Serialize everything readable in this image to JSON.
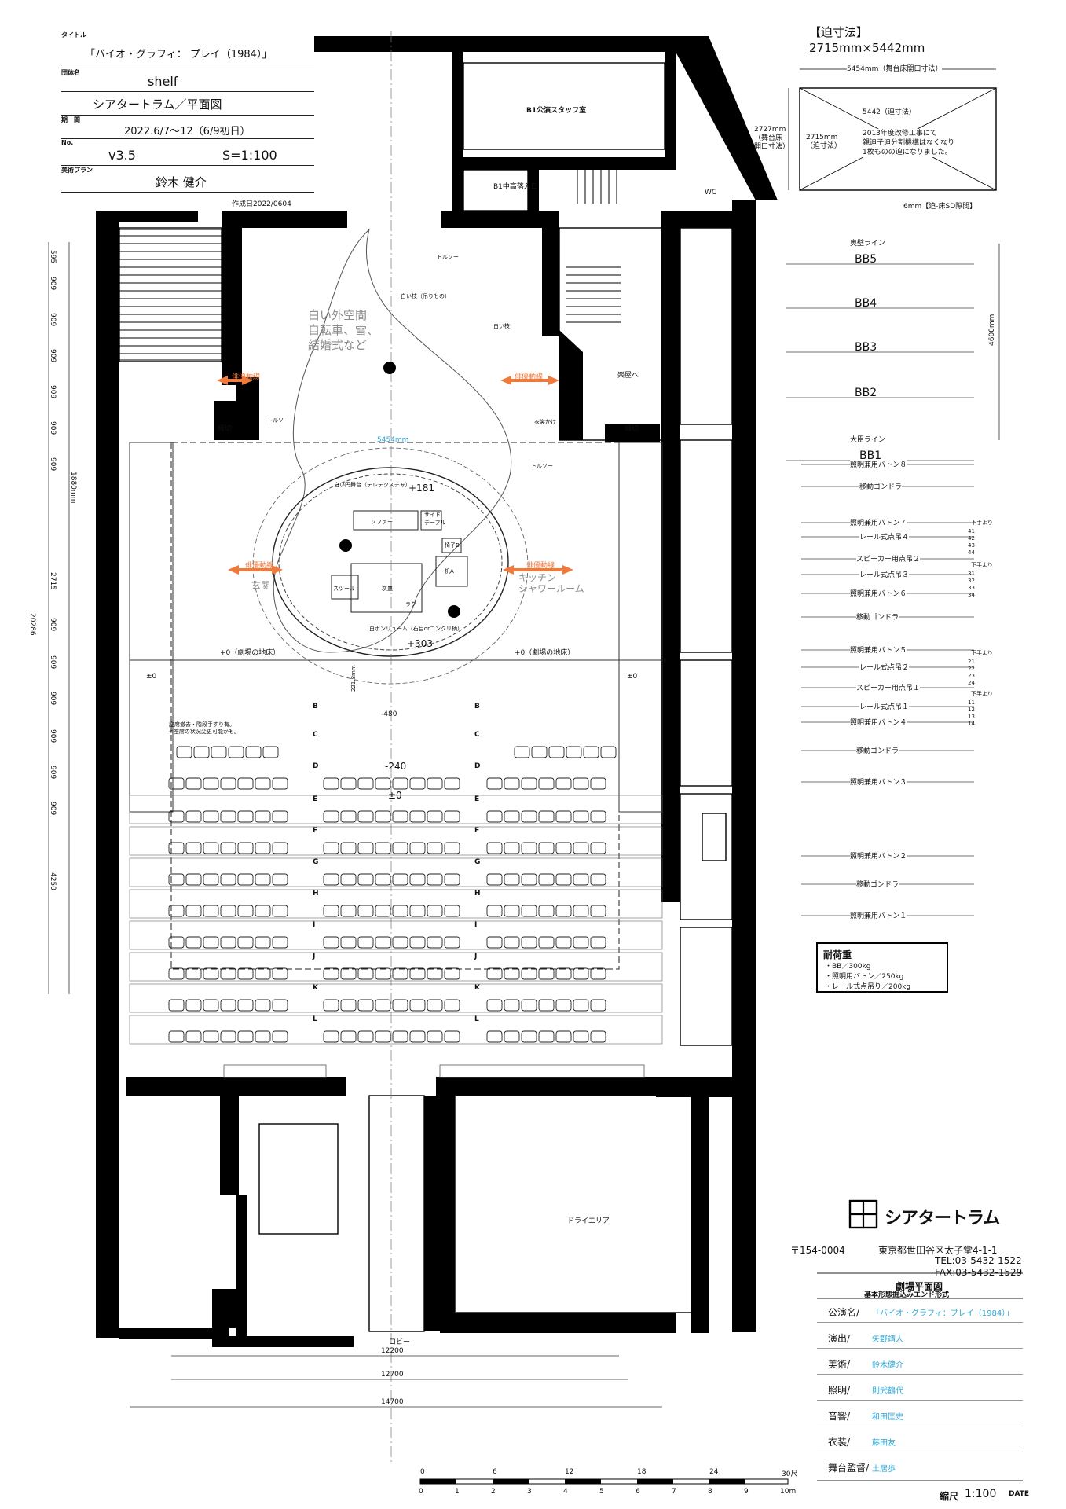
{
  "title_block": {
    "title_label": "タイトル",
    "title": "「バイオ・グラフィ： プレイ（1984）」",
    "group_label": "団体名",
    "group": "shelf",
    "venue": "シアタートラム／平面図",
    "period_label": "期　間",
    "period": "2022.6/7〜12（6/9初日）",
    "no_label": "No.",
    "version": "v3.5",
    "scale": "S=1:100",
    "plan_label": "美術プラン",
    "designer": "鈴木 健介",
    "created": "作成日2022/0604"
  },
  "trap": {
    "heading": "【迫寸法】",
    "size": "2715mm×5442mm",
    "outer_width": "5454mm（舞台床開口寸法）",
    "inner_width": "5442（迫寸法）",
    "outer_depth": "2727mm\n（舞台床\n開口寸法）",
    "inner_depth": "2715mm\n（迫寸法）",
    "note": "2013年度改修工事にて\n親迫子迫分割機構はなくなり\n1枚ものの迫になりました。",
    "gap": "6mm【迫-床SD隙間】"
  },
  "rooms": {
    "staff": "B1公演スタッフ室",
    "b1_entrance": "B1中高落入口",
    "wc": "WC",
    "to_green_room": "楽屋へ",
    "dry_area": "ドライエリア",
    "lobby": "ロビー"
  },
  "stage": {
    "white_space": "白い外空間\n自転車、雪、\n結婚式など",
    "white_tree": "白い枝",
    "hanging_branch": "白い枝（吊りもの）",
    "actor_route_l": "俳優動線",
    "actor_route_r": "俳優動線",
    "actor_route_l2": "俳優動線",
    "actor_route_r2": "俳優動線",
    "entry_l": "玄関",
    "entry_r": "キッチン\nシャワールーム",
    "tormentor_l": "トルソー",
    "tormentor_r": "トルソー",
    "tormentor_top": "トルソー",
    "curtain_l": "締切",
    "curtain_r": "締切",
    "clothes": "衣裳かけ",
    "dim_5454": "5454mm",
    "plus181": "+181",
    "plus303": "+303",
    "floor_l": "+0（劇場の地床）",
    "floor_r": "+0（劇場の地床）",
    "minus480": "-480",
    "minus240": "-240",
    "pm0": "±0",
    "pm_l": "±0",
    "pm_r": "±0",
    "dim_221": "221.8mm",
    "sofa": "ソファー",
    "side_table": "サイド\nテーブル",
    "chair": "椅子B",
    "chair2": "机A",
    "stool": "スツール",
    "rug": "ラグ",
    "coffee": "灰皿",
    "white_ring": "白い円舞台（テレテクスチャ）",
    "ring_floor": "白ポンリューム（石目orコンクリ柄）",
    "seat_note": "座席撤去・階段手すり有。\n※座席の状況変更可能かも。"
  },
  "rows": [
    "B",
    "C",
    "D",
    "E",
    "F",
    "G",
    "H",
    "I",
    "J",
    "K",
    "L"
  ],
  "left_dims": [
    "595",
    "909",
    "909",
    "909",
    "909",
    "909",
    "909",
    "1880mm",
    "2715",
    "909",
    "909",
    "909",
    "909",
    "909",
    "909",
    "4250",
    "20286"
  ],
  "bottom_dims": [
    "12200",
    "12700",
    "14700"
  ],
  "scale_bar": {
    "shaku": [
      "0",
      "6",
      "12",
      "18",
      "24",
      "30尺"
    ],
    "meters": [
      "0",
      "1",
      "2",
      "3",
      "4",
      "5",
      "6",
      "7",
      "8",
      "9",
      "10m"
    ]
  },
  "battens": {
    "wall_line": "奥壁ライン",
    "daijin_line": "大臣ライン",
    "depth": "4600mm",
    "bb": [
      "BB5",
      "BB4",
      "BB3",
      "BB2",
      "BB1"
    ],
    "items": [
      "照明兼用バトン８",
      "移動ゴンドラ",
      "照明兼用バトン７",
      "レール式点吊４",
      "スピーカー用点吊２",
      "レール式点吊３",
      "照明兼用バトン６",
      "移動ゴンドラ",
      "照明兼用バトン５",
      "レール式点吊２",
      "スピーカー用点吊１",
      "レール式点吊１",
      "照明兼用バトン４",
      "移動ゴンドラ",
      "照明兼用バトン３",
      "照明兼用バトン２",
      "移動ゴンドラ",
      "照明兼用バトン１"
    ],
    "stage_left": "下手より",
    "numbers_4": [
      "41",
      "42",
      "43",
      "44"
    ],
    "numbers_3": [
      "31",
      "32",
      "33",
      "34"
    ],
    "numbers_2": [
      "21",
      "22",
      "23",
      "24"
    ],
    "numbers_1": [
      "11",
      "12",
      "13",
      "14"
    ]
  },
  "load": {
    "heading": "耐荷重",
    "bb": "・BB／300kg",
    "lighting": "・照明用バトン／250kg",
    "rail": "・レール式点吊り／200kg"
  },
  "theatre": {
    "logo_text": "シアタートラム",
    "postal": "〒154-0004",
    "address": "東京都世田谷区太子堂4-1-1",
    "tel": "TEL:03-5432-1522",
    "fax": "FAX:03-5432-1529",
    "drawing_title": "劇場平面図",
    "drawing_sub": "基本形態掘込みエンド形式"
  },
  "credits": [
    {
      "label": "公演名/",
      "value": "「バイオ・グラフィ：プレイ（1984）」"
    },
    {
      "label": "演出/",
      "value": "矢野靖人"
    },
    {
      "label": "美術/",
      "value": "鈴木健介"
    },
    {
      "label": "照明/",
      "value": "則武鶴代"
    },
    {
      "label": "音響/",
      "value": "和田匡史"
    },
    {
      "label": "衣装/",
      "value": "藤田友"
    },
    {
      "label": "舞台監督/",
      "value": "土居歩"
    }
  ],
  "footer": {
    "shukushaku": "縮尺",
    "scale": "1:100",
    "date": "DATE"
  }
}
